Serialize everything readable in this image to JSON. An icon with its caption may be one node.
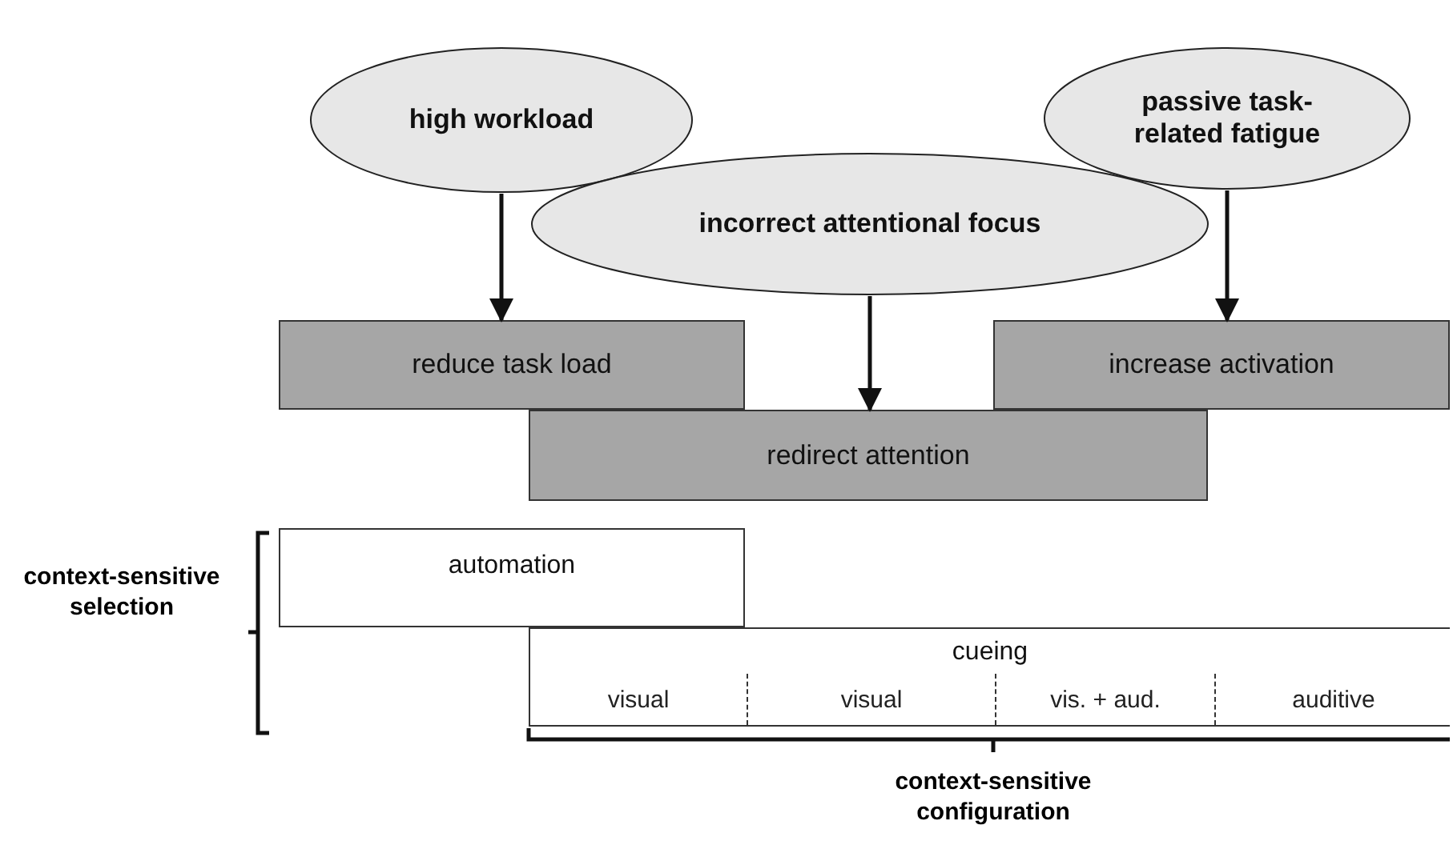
{
  "diagram": {
    "nodes": [
      {
        "text": [
          "high workload"
        ]
      },
      {
        "text": [
          "incorrect attentional focus"
        ]
      },
      {
        "text": [
          "passive task-related fatigue"
        ]
      },
      {
        "text": [
          "reduce task load"
        ]
      },
      {
        "text": [
          "redirect attention"
        ]
      },
      {
        "text": [
          "increase activation"
        ]
      },
      {
        "text": [
          "automation"
        ]
      },
      {
        "text": [
          "cueing"
        ]
      },
      {
        "text": [
          "visual"
        ],
        "in": 7
      },
      {
        "text": [
          "visual"
        ],
        "in": 7
      },
      {
        "text": [
          "vis. + aud."
        ],
        "in": 7
      },
      {
        "text": [
          "auditive"
        ],
        "in": 7
      }
    ],
    "edges": [
      {
        "from": 0,
        "to": 3,
        "arrow": "to"
      },
      {
        "from": 1,
        "to": 4,
        "arrow": "to"
      },
      {
        "from": 2,
        "to": 5,
        "arrow": "to"
      }
    ],
    "labels": [
      "context-sensitive selection",
      "context-sensitive configuration"
    ]
  }
}
